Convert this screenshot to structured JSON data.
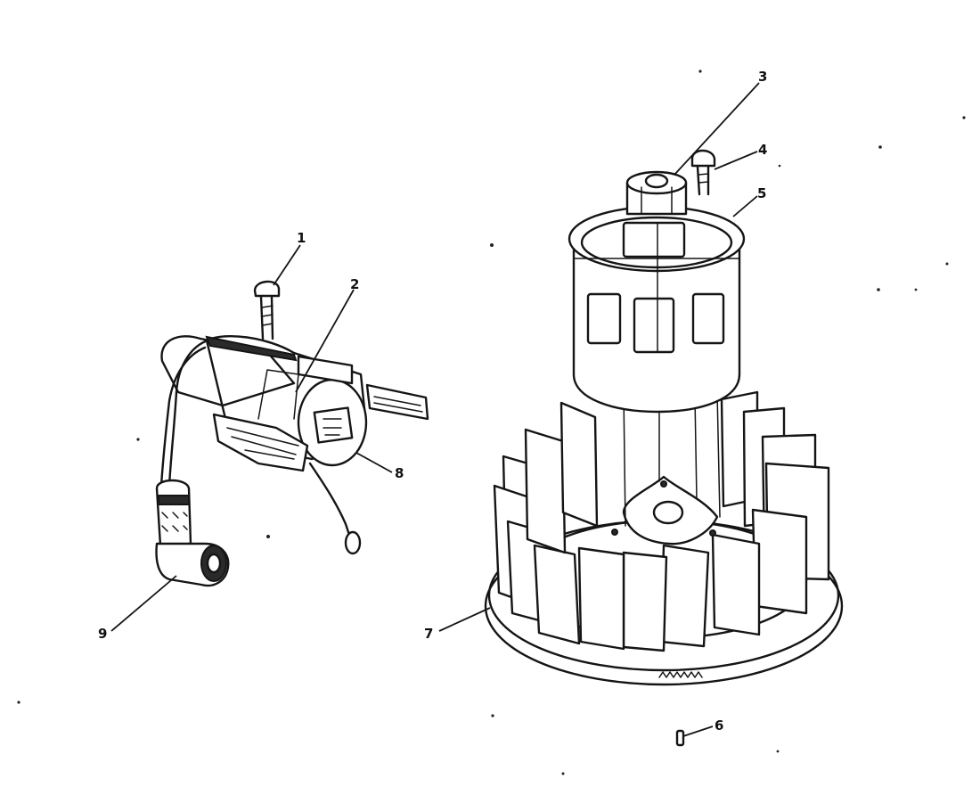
{
  "callouts": [
    {
      "id": "1",
      "text": "1"
    },
    {
      "id": "2",
      "text": "2"
    },
    {
      "id": "3",
      "text": "3"
    },
    {
      "id": "4",
      "text": "4"
    },
    {
      "id": "5",
      "text": "5"
    },
    {
      "id": "6",
      "text": "6"
    },
    {
      "id": "7",
      "text": "7"
    },
    {
      "id": "8",
      "text": "8"
    },
    {
      "id": "9",
      "text": "9"
    }
  ],
  "ink_color": "#151515",
  "background_color": "#ffffff"
}
